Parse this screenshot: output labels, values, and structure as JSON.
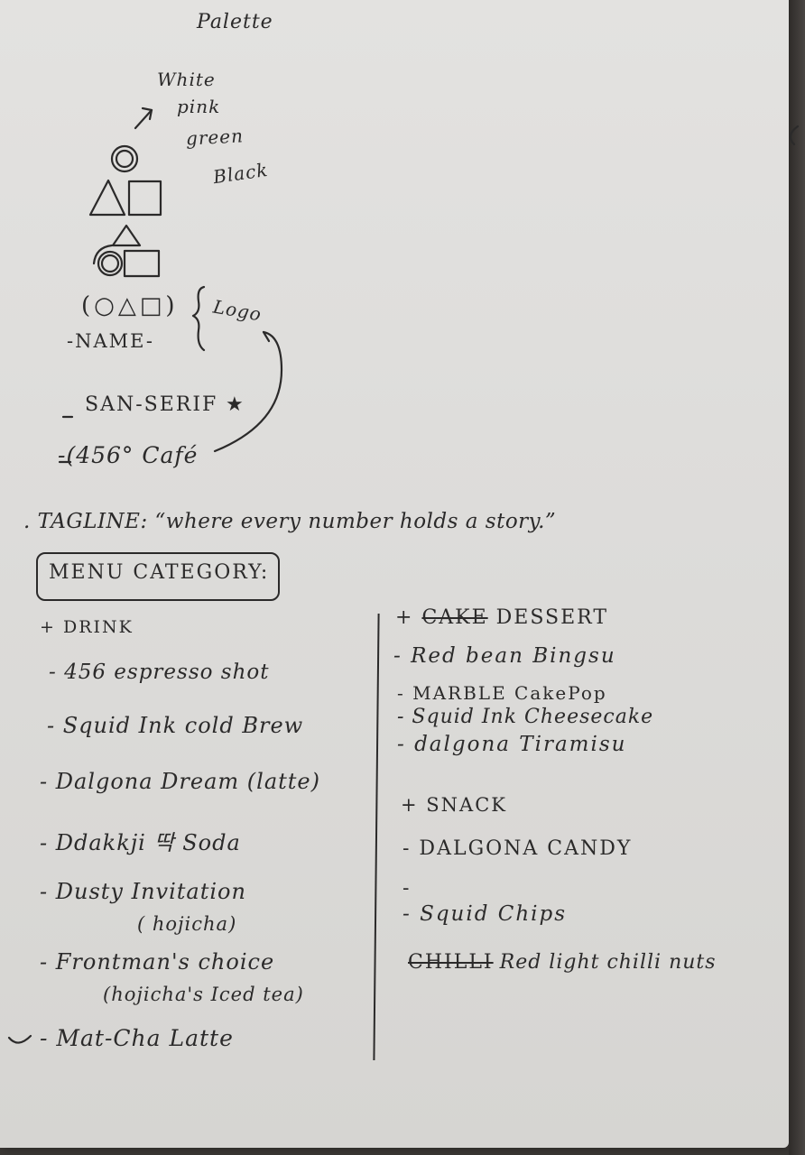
{
  "palette": {
    "title": "Palette",
    "colors": [
      "White",
      "pink",
      "green",
      "Black"
    ]
  },
  "logo": {
    "symbols": "(○△□)",
    "name": "-NAME-",
    "label": "Logo"
  },
  "font": {
    "style": "SAN-SERIF",
    "mark": "★",
    "brand": "-(456° Café"
  },
  "tagline": ". TAGLINE: “where every number holds a story.”",
  "menu_category": "MENU CATEGORY:",
  "drinks": {
    "heading": "+ DRINK",
    "items": [
      "- 456 espresso shot",
      "- Squid Ink cold Brew",
      "- Dalgona Dream (latte)",
      "- Ddakkji 딱 Soda",
      "- Dusty Invitation",
      "( hojicha)",
      "- Frontman's choice",
      "(hojicha's Iced tea)",
      "- Mat-Cha Latte"
    ]
  },
  "desserts": {
    "struck": "CAKE",
    "heading": "DESSERT",
    "items": [
      "- Red bean Bingsu",
      "- MARBLE CakePop",
      "- Squid Ink Cheesecake",
      "- dalgona Tiramisu"
    ]
  },
  "snacks": {
    "heading": "+ SNACK",
    "items": [
      "- DALGONA CANDY",
      "- Squid Chips"
    ],
    "struck": "CHILLI",
    "last_item": "Red light chilli nuts"
  },
  "colors": {
    "ink": "#2b2a2a",
    "paper": "#e0dfdd"
  }
}
